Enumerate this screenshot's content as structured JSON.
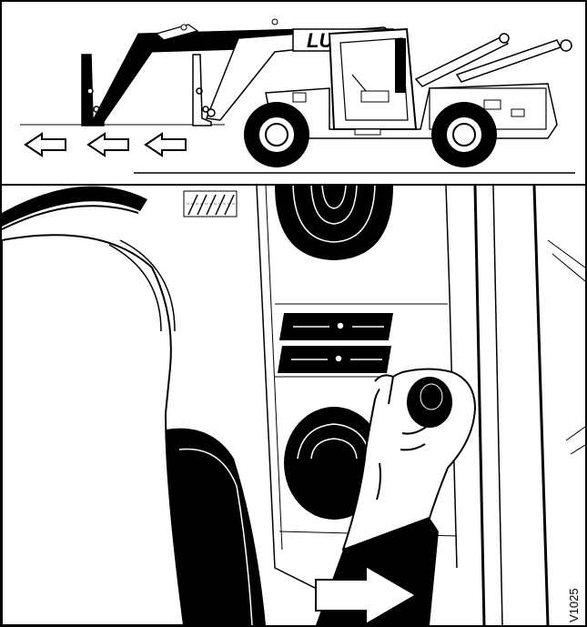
{
  "top_panel": {
    "machine_brand": "LULL",
    "arrow_count": 3
  },
  "bottom_panel": {
    "figure_code": "V1025"
  }
}
